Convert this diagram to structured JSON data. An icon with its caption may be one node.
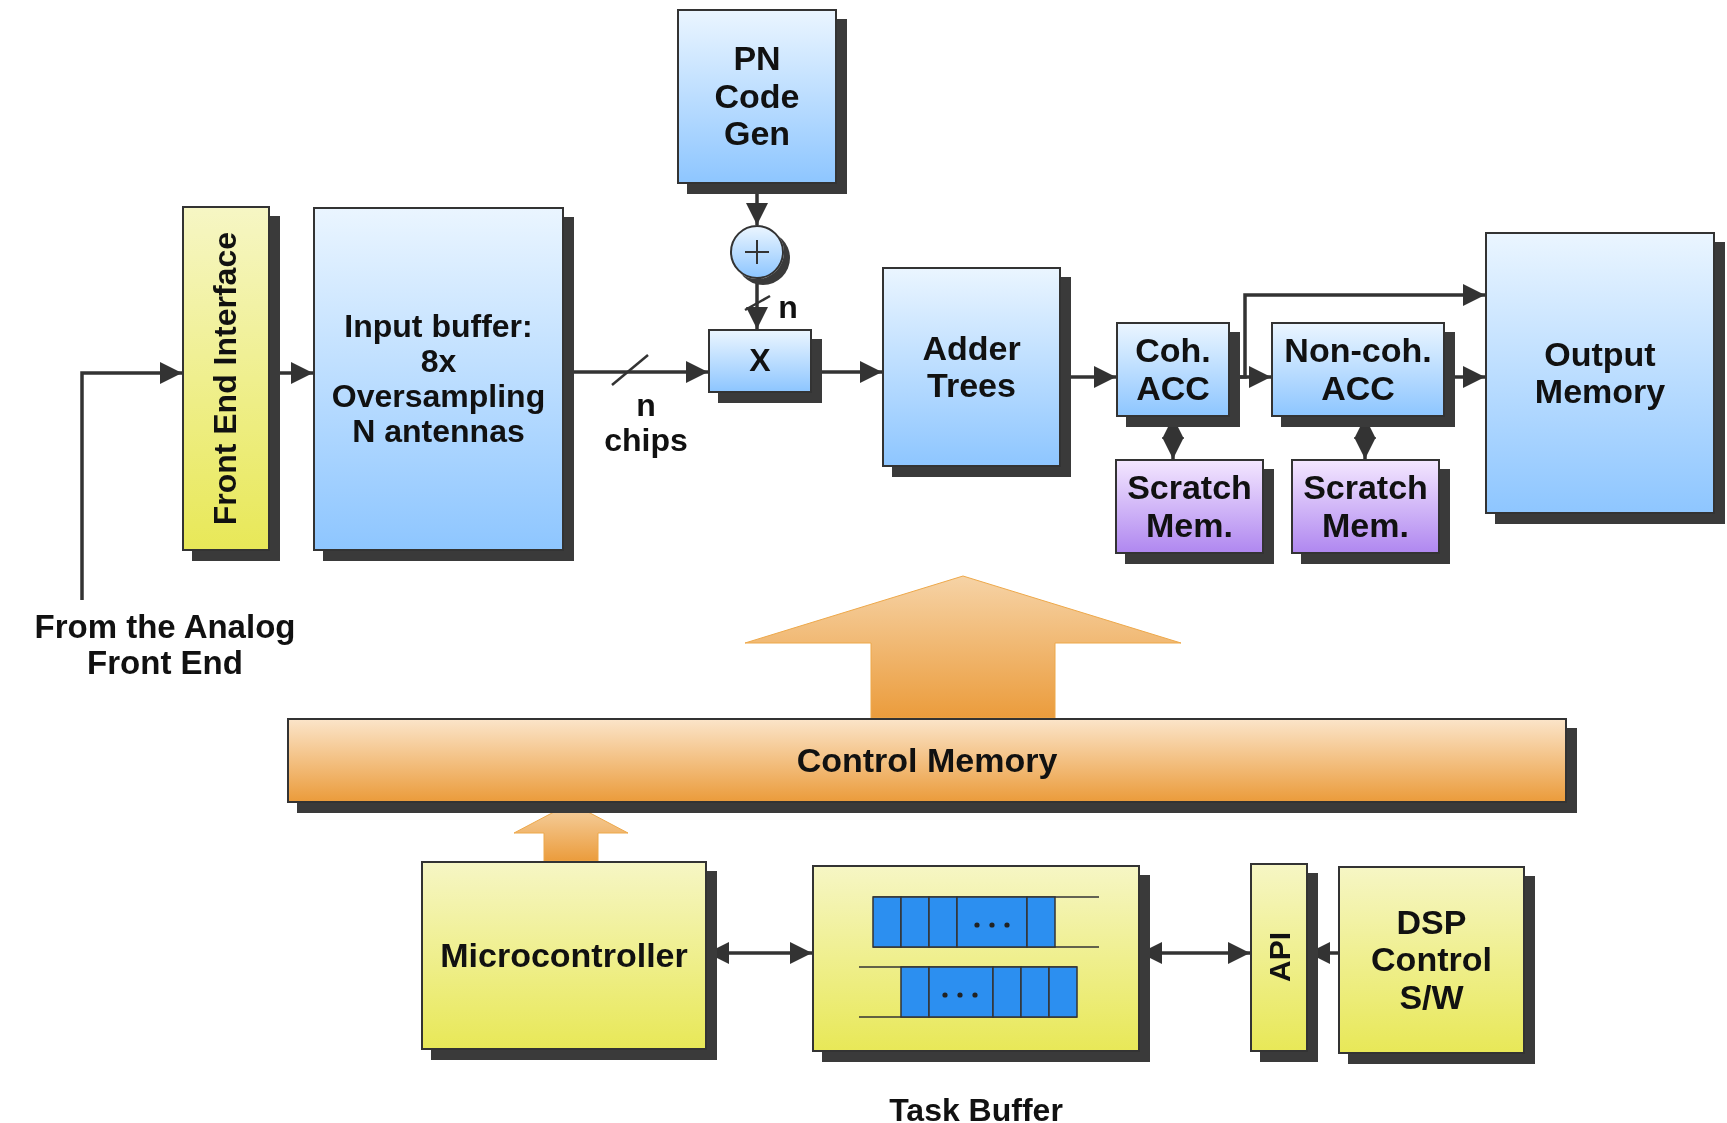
{
  "diagram": {
    "nodes": [
      {
        "text": [
          "PN Code Gen"
        ]
      },
      {
        "text": [],
        "shape": "circle"
      },
      {
        "text": [
          "Front End Interface"
        ]
      },
      {
        "text": [
          "Input buffer:",
          "8x Oversampling N antennas"
        ]
      },
      {
        "text": [
          "X"
        ]
      },
      {
        "text": [
          "Adder Trees"
        ]
      },
      {
        "text": [
          "Coh. ACC"
        ]
      },
      {
        "text": [
          "Non-coh. ACC"
        ]
      },
      {
        "text": [
          "Output Memory"
        ]
      },
      {
        "text": [
          "Scratch Mem."
        ]
      },
      {
        "text": [
          "Scratch Mem."
        ]
      },
      {
        "text": [
          "From the Analog Front End"
        ]
      },
      {
        "text": [
          "Control Memory"
        ]
      },
      {
        "text": [
          "Microcontroller"
        ]
      },
      {
        "text": [],
        "shape": "box",
        "beside": [
          "Task Buffer"
        ]
      },
      {
        "text": [
          "API"
        ]
      },
      {
        "text": [
          "DSP Control S/W"
        ]
      }
    ],
    "edges": [
      {
        "from": 11,
        "to": 2,
        "arrow": "to"
      },
      {
        "from": 2,
        "to": 3,
        "arrow": "to"
      },
      {
        "from": 3,
        "to": 4,
        "arrow": "to",
        "label": "n chips"
      },
      {
        "from": 0,
        "to": 1,
        "arrow": "to"
      },
      {
        "from": 1,
        "to": 4,
        "arrow": "to",
        "label": "n"
      },
      {
        "from": 4,
        "to": 5,
        "arrow": "to"
      },
      {
        "from": 5,
        "to": 6,
        "arrow": "to"
      },
      {
        "from": 6,
        "to": 7,
        "arrow": "to"
      },
      {
        "from": 6,
        "to": 8,
        "arrow": "to"
      },
      {
        "from": 7,
        "to": 8,
        "arrow": "to"
      },
      {
        "from": 6,
        "to": 9,
        "arrow": "both"
      },
      {
        "from": 7,
        "to": 10,
        "arrow": "both"
      },
      {
        "from": 13,
        "to": 12,
        "arrow": "to",
        "style": "thick",
        "color": "#eda84a"
      },
      {
        "from": 12,
        "to": null,
        "arrow": "to",
        "style": "thick",
        "color": "#eda84a"
      },
      {
        "from": 13,
        "to": 14,
        "arrow": "both"
      },
      {
        "from": 14,
        "to": 15,
        "arrow": "both"
      },
      {
        "from": 16,
        "to": 15,
        "arrow": "to"
      }
    ]
  }
}
